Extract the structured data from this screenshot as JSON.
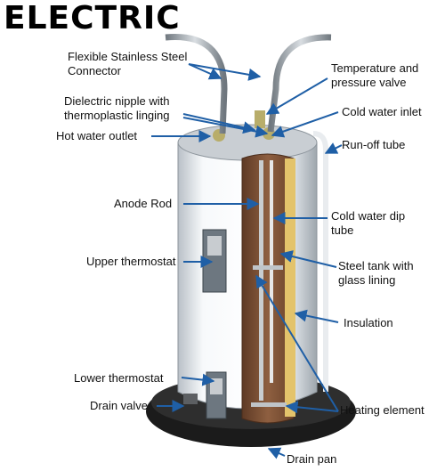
{
  "title": "ELECTRIC",
  "labels": {
    "flexible_connector": "Flexible Stainless Steel\nConnector",
    "temp_pressure_valve": "Temperature and\npressure valve",
    "dielectric_nipple": "Dielectric nipple with\nthermoplastic linging",
    "cold_inlet": "Cold water inlet",
    "hot_outlet": "Hot water outlet",
    "runoff_tube": "Run-off tube",
    "anode_rod": "Anode Rod",
    "dip_tube": "Cold water dip\ntube",
    "upper_thermostat": "Upper thermostat",
    "steel_tank": "Steel tank with\nglass lining",
    "insulation": "Insulation",
    "lower_thermostat": "Lower thermostat",
    "drain_valve": "Drain valve",
    "heating_element": "Heating element",
    "drain_pan": "Drain pan"
  },
  "colors": {
    "arrow": "#1f5fa6",
    "tank_body": "#f4f6f8",
    "interior": "#8a5a3c",
    "insulation": "#e3c36b",
    "pan": "#1b1b1b"
  }
}
